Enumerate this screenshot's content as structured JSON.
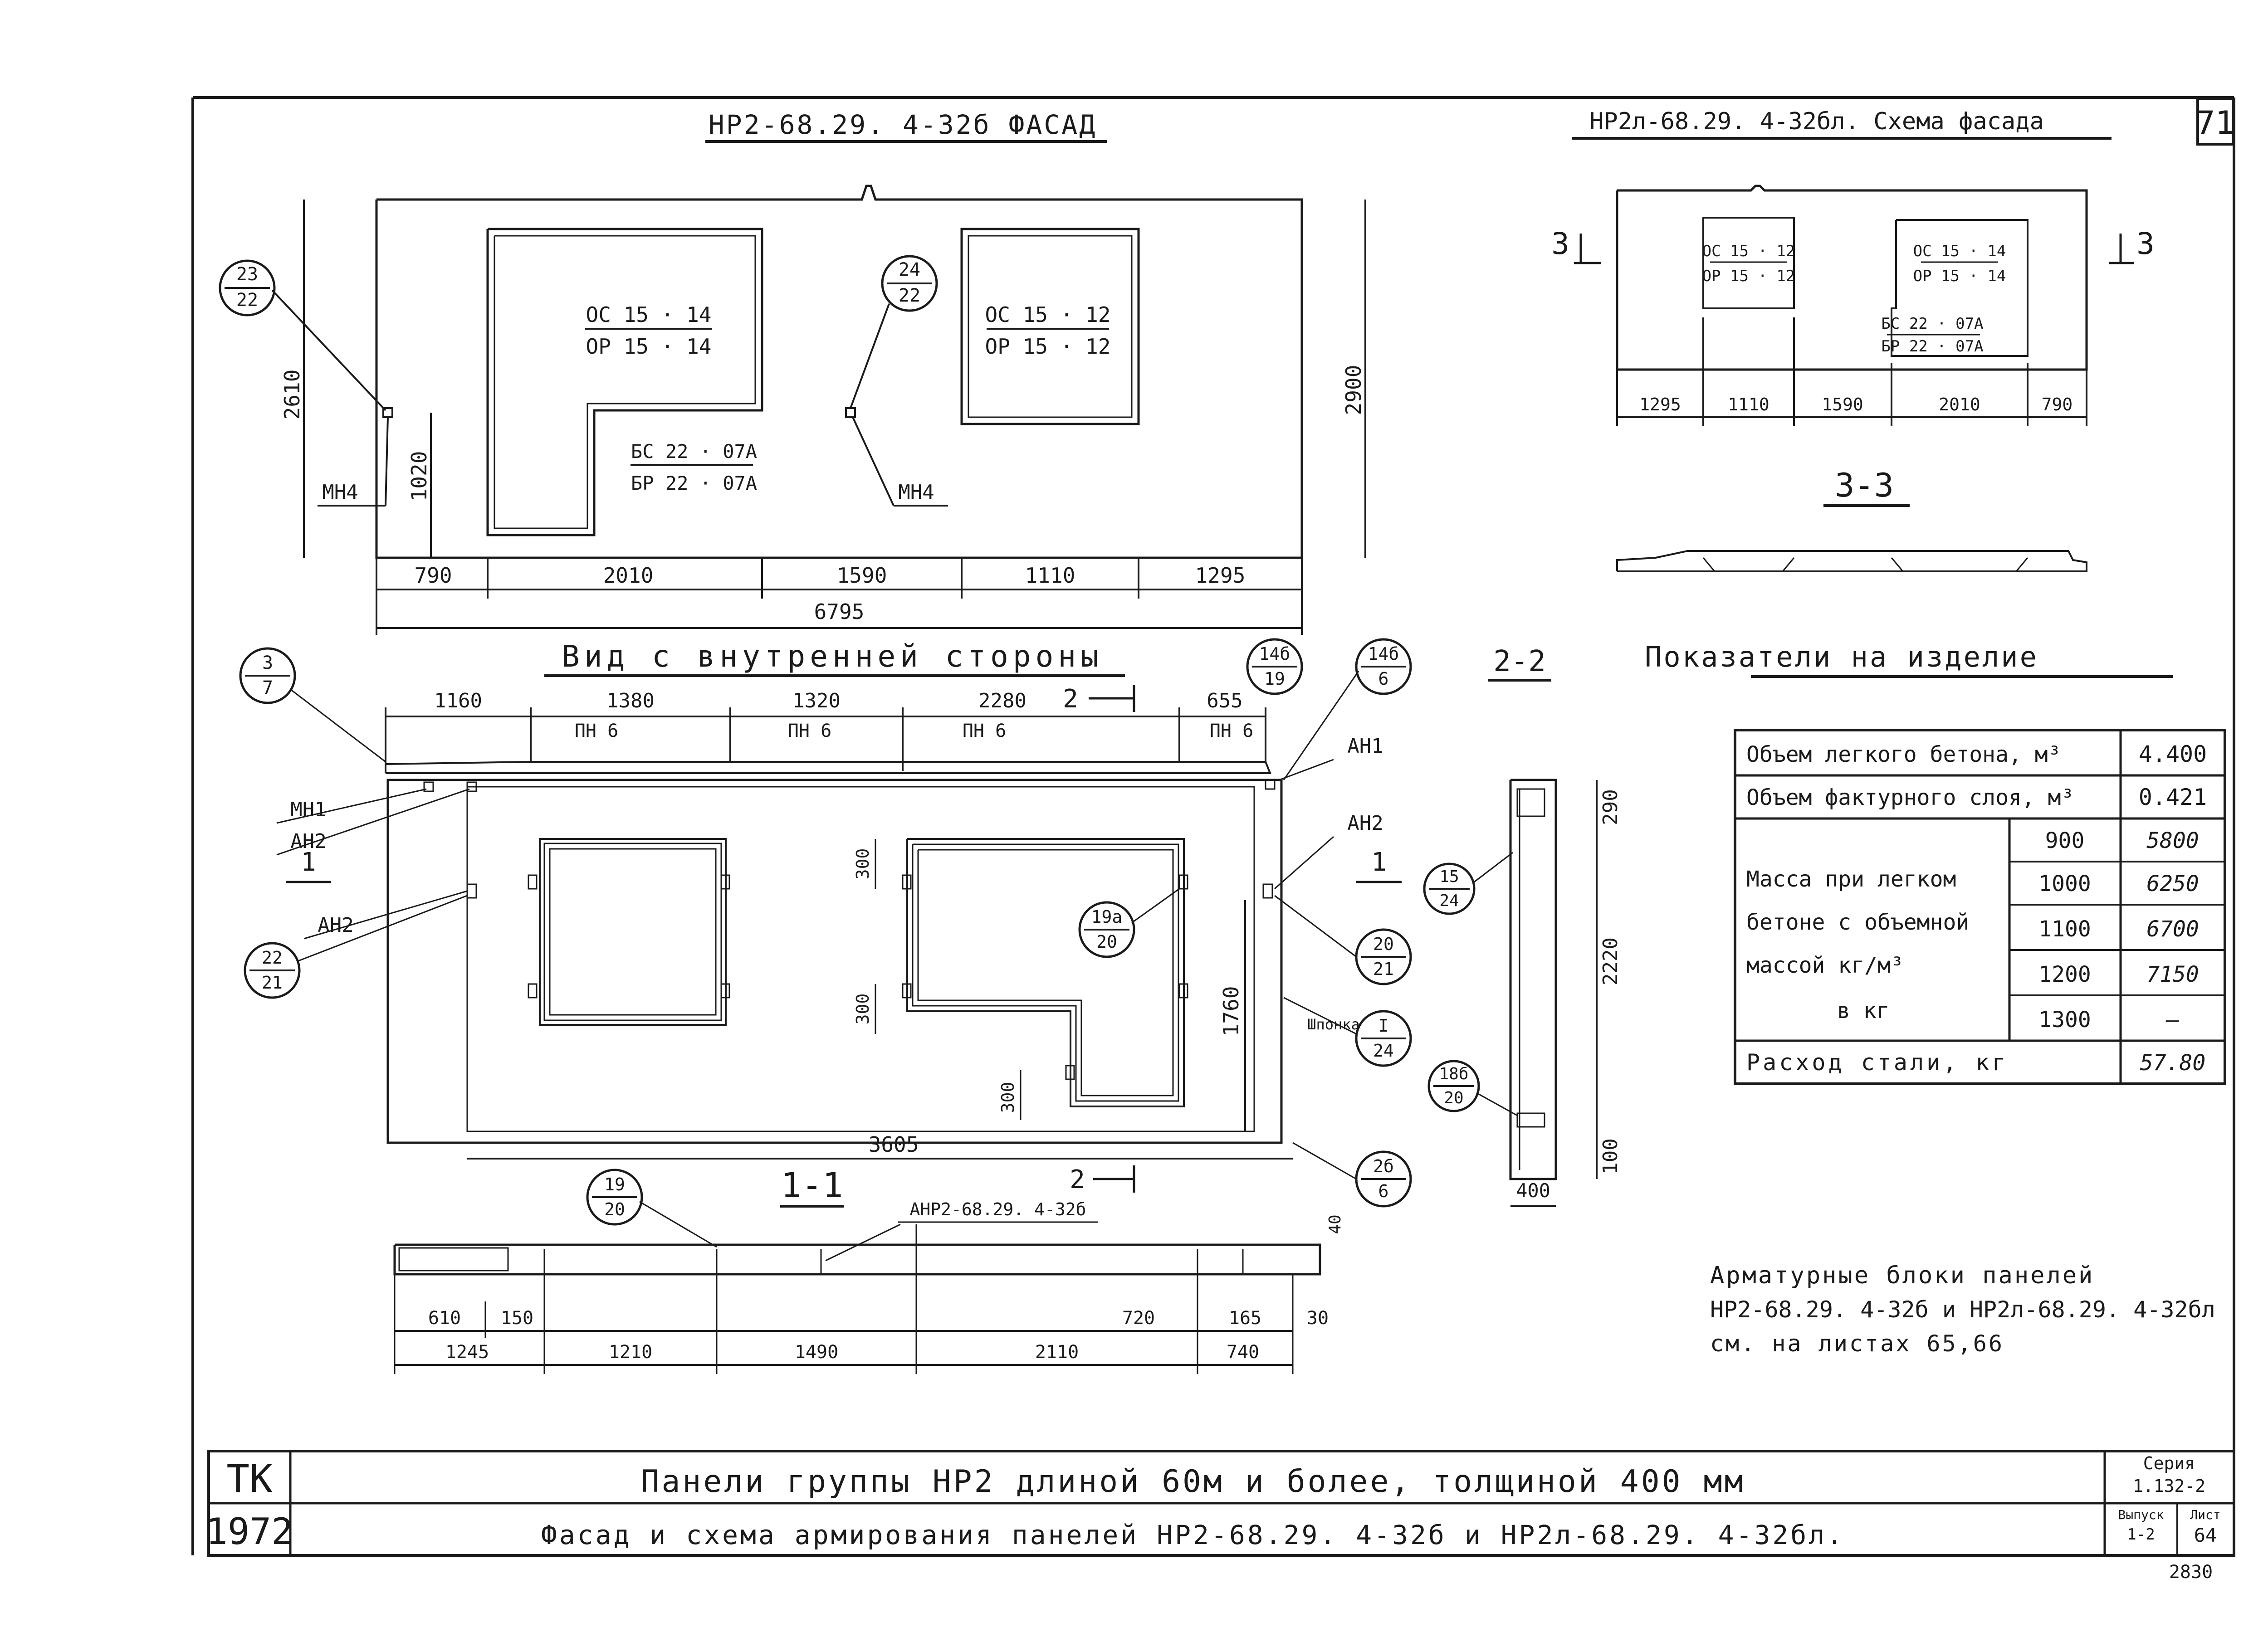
{
  "sheet": {
    "sheet_number": "71",
    "facade_title": "НР2-68.29. 4-32б ФАСАД",
    "scheme_title": "НР2л-68.29. 4-32бл. Схема фасада",
    "inner_view_title": "Вид с внутренней стороны",
    "section_22": "2-2",
    "section_33": "3-3",
    "section_11": "1-1",
    "indicators_title": "Показатели на изделие"
  },
  "facade": {
    "window_left_top": "ОС 15 · 14",
    "window_left_bottom": "ОР 15 · 14",
    "window_right_top": "ОС 15 · 12",
    "window_right_bottom": "ОР 15 · 12",
    "door_top": "БС 22 · 07А",
    "door_bottom": "БР 22 · 07А",
    "callout_left_top": "23",
    "callout_left_bottom": "22",
    "callout_mid_top": "24",
    "callout_mid_bottom": "22",
    "mnch_left": "МН4",
    "mnch_right": "МН4",
    "dim_height_left": "2610",
    "dim_mnch": "1020",
    "dim_height_right": "2900",
    "dims_bottom": [
      "790",
      "2010",
      "1590",
      "1110",
      "1295"
    ],
    "dim_total": "6795"
  },
  "scheme": {
    "win1_top": "ОС 15 · 12",
    "win1_bottom": "ОР 15 · 12",
    "win2_top": "ОС 15 · 14",
    "win2_bottom": "ОР 15 · 14",
    "door_top": "БС 22 · 07А",
    "door_bottom": "БР 22 · 07А",
    "cut_left": "3",
    "cut_right": "3",
    "dims": [
      "1295",
      "1110",
      "1590",
      "2010",
      "790"
    ]
  },
  "inner": {
    "dims_top": [
      "1160",
      "1380",
      "1320",
      "2280",
      "655"
    ],
    "pn_labels": [
      "ПН 6",
      "ПН 6",
      "ПН 6",
      "ПН 6"
    ],
    "cut2_top": "2",
    "cut2_bottom": "2",
    "cut1_left": "1",
    "cut1_right": "1",
    "label_mn1": "МН1",
    "label_an2_a": "АН2",
    "label_an2_b": "АН2",
    "label_an1": "АН1",
    "label_an2_right": "АН2",
    "shponka": "Шпонка",
    "callout_3_7": [
      "3",
      "7"
    ],
    "callout_14b_19": [
      "14б",
      "19"
    ],
    "callout_14b_6": [
      "14б",
      "6"
    ],
    "callout_22_21": [
      "22",
      "21"
    ],
    "callout_19a_20": [
      "19а",
      "20"
    ],
    "callout_20_21": [
      "20",
      "21"
    ],
    "callout_I_24": [
      "I",
      "24"
    ],
    "callout_2b_6": [
      "2б",
      "6"
    ],
    "dim_300_a": "300",
    "dim_300_b": "300",
    "dim_300_c": "300",
    "dim_1760": "1760",
    "dim_3605": "3605"
  },
  "sec22": {
    "dim_290": "290",
    "dim_2220": "2220",
    "dim_100": "100",
    "dim_400": "400",
    "callout_15_24": [
      "15",
      "24"
    ],
    "callout_18b_20": [
      "18б",
      "20"
    ]
  },
  "sec11": {
    "label_anr": "АНР2-68.29. 4-32б",
    "callout_19_20": [
      "19",
      "20"
    ],
    "dims_row1": [
      "610",
      "150",
      "720",
      "165",
      "30"
    ],
    "dims_row2": [
      "1245",
      "1210",
      "1490",
      "2110",
      "740"
    ],
    "dim_40": "40"
  },
  "indicators": {
    "row_volume_light": "Объем легкого бетона, м³",
    "val_volume_light": "4.400",
    "row_volume_facture": "Объем фактурного слоя, м³",
    "val_volume_facture": "0.421",
    "mass_label_1": "Масса при легком",
    "mass_label_2": "бетоне с объемной",
    "mass_label_3": "массой кг/м³",
    "mass_label_4": "в кг",
    "densities": [
      "900",
      "1000",
      "1100",
      "1200",
      "1300"
    ],
    "masses": [
      "5800",
      "6250",
      "6700",
      "7150",
      "—"
    ],
    "row_steel": "Расход стали, кг",
    "val_steel": "57.80"
  },
  "note": {
    "line1": "Арматурные блоки панелей",
    "line2": "НР2-68.29. 4-32б и НР2л-68.29. 4-32бл",
    "line3": "см. на листах 65,66"
  },
  "titleblock": {
    "org": "ТК",
    "year": "1972",
    "line1": "Панели группы НР2 длиной 60м и более, толщиной 400 мм",
    "line2": "Фасад и схема армирования панелей НР2-68.29. 4-32б и НР2л-68.29. 4-32бл.",
    "series_label": "Серия",
    "series_value": "1.132-2",
    "issue_label": "Выпуск",
    "issue_value": "1-2",
    "sheet_label": "Лист",
    "sheet_value": "64",
    "stamp": "2830"
  }
}
